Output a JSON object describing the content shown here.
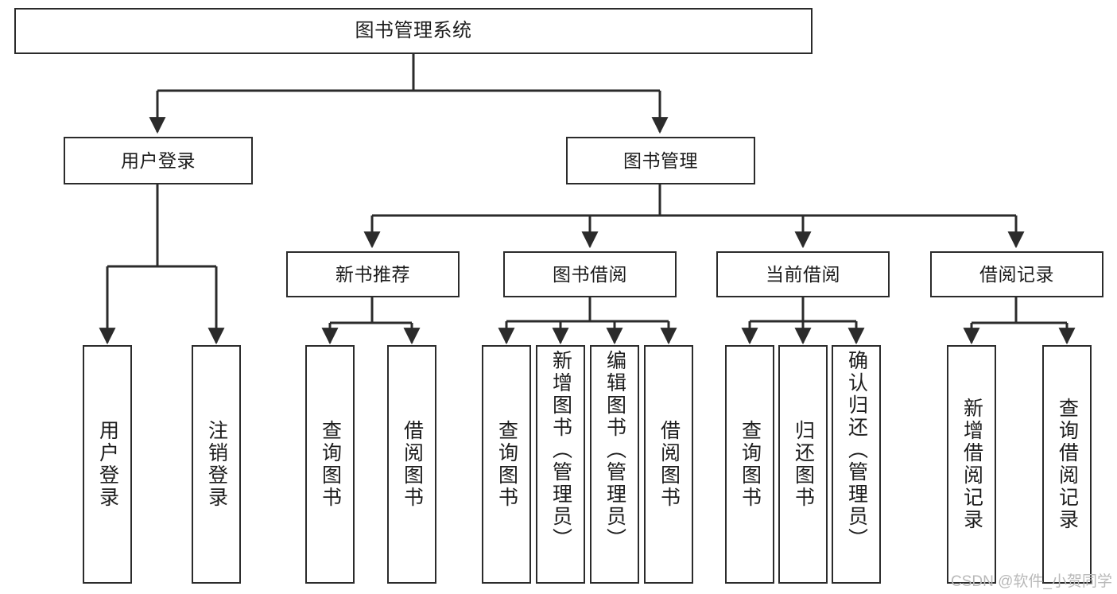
{
  "diagram": {
    "title": "图书管理系统",
    "watermark": "CSDN @软件_小贺同学",
    "line_color": "#2b2b2b",
    "box_border_color": "#2b2b2b",
    "background": "#ffffff",
    "text_color": "#1c1c1c",
    "root": {
      "label": "图书管理系统"
    },
    "level2": [
      {
        "label": "用户登录"
      },
      {
        "label": "图书管理"
      }
    ],
    "level3": [
      {
        "label": "新书推荐"
      },
      {
        "label": "图书借阅"
      },
      {
        "label": "当前借阅"
      },
      {
        "label": "借阅记录"
      }
    ],
    "leaves": {
      "user_login": [
        {
          "label": "用户登录"
        },
        {
          "label": "注销登录"
        }
      ],
      "new_book_recommend": [
        {
          "label": "查询图书"
        },
        {
          "label": "借阅图书"
        }
      ],
      "book_borrow": [
        {
          "label": "查询图书"
        },
        {
          "label": "新增图书（管理员）"
        },
        {
          "label": "编辑图书（管理员）"
        },
        {
          "label": "借阅图书"
        }
      ],
      "current_borrow": [
        {
          "label": "查询图书"
        },
        {
          "label": "归还图书"
        },
        {
          "label": "确认归还（管理员）"
        }
      ],
      "borrow_record": [
        {
          "label": "新增借阅记录"
        },
        {
          "label": "查询借阅记录"
        }
      ]
    }
  }
}
